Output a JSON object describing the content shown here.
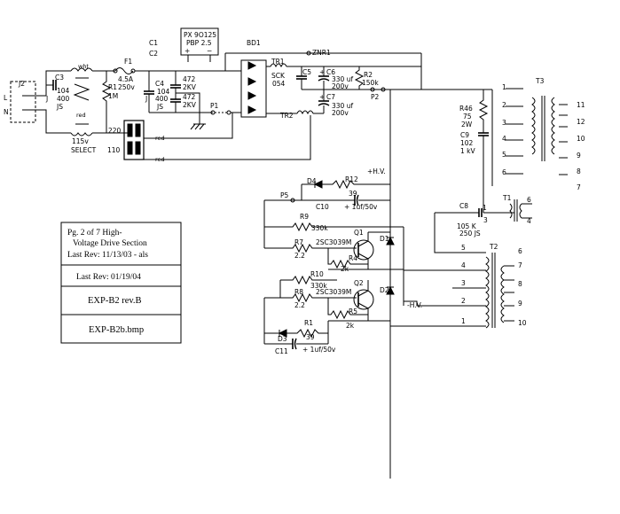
{
  "colors": {
    "line": "#000000",
    "background": "#ffffff"
  },
  "info_box": {
    "title_line1": "Pg. 2 of 7      High-",
    "title_line2": "Voltage Drive Section",
    "title_line3": "Last Rev: 11/13/03 - als",
    "last_rev": "Last Rev: 01/19/04",
    "model": "EXP-B2  rev.B",
    "file": "EXP-B2b.bmp"
  },
  "input": {
    "connector": "J2",
    "pin_l": "L",
    "pin_n": "N",
    "c3_name": "C3",
    "c3_value": "104",
    "c3_rating": "400",
    "c3_type": "JS",
    "c3_j": "J",
    "wht": "wht",
    "red": "red",
    "f1_name": "F1",
    "f1_value": "4.5A",
    "f1_rating": "250v",
    "r1_name": "R1",
    "r1_value": "1M"
  },
  "filter": {
    "c1": "C1",
    "c2": "C2",
    "c4_name": "C4",
    "c4_value": "104",
    "c4_rating": "400",
    "c4_type": "JS",
    "c4_j": "J",
    "c472a": "472",
    "c472a_v": "2KV",
    "c472b": "472",
    "c472b_v": "2KV"
  },
  "px_part": {
    "line1": "PX 9O125",
    "line2": "PBP 2.5",
    "plus": "+",
    "minus": "−"
  },
  "bridge": {
    "name": "BD1"
  },
  "p1": "P1",
  "p2": "P2",
  "select": {
    "v220": "220",
    "v110": "110",
    "label1": "115v",
    "label2": "SELECT",
    "red1": "red",
    "red2": "red"
  },
  "tr1": {
    "name": "TR1",
    "sck": "SCK",
    "num": "054"
  },
  "tr2": "TR2",
  "znr1": "ZNR1",
  "c5": "C5",
  "c6": {
    "name": "C6",
    "value": "330 uf",
    "v": "200v",
    "plus": "+"
  },
  "c7": {
    "name": "C7",
    "value": "330 uf",
    "v": "200v",
    "plus": "+"
  },
  "r2": {
    "name": "R2",
    "value": "150k"
  },
  "t3": {
    "name": "T3",
    "left_pins": [
      "1",
      "2",
      "3",
      "4",
      "5",
      "6"
    ],
    "right_pins": [
      "11",
      "12",
      "10",
      "9",
      "8",
      "7"
    ]
  },
  "r46": {
    "name": "R46",
    "value": "75",
    "watt": "2W"
  },
  "c9": {
    "name": "C9",
    "value": "102",
    "v": "1 kV"
  },
  "hv_plus": "+H.V.",
  "hv_minus": "-H.V.",
  "d4": "D4",
  "r12": {
    "name": "R12",
    "value": "39"
  },
  "p5": "P5",
  "c10": {
    "name": "C10",
    "value": "+ 1uf/50v"
  },
  "r9": {
    "name": "R9",
    "value": "330k"
  },
  "r7": {
    "name": "R7",
    "value": "2.2"
  },
  "q1": {
    "name": "Q1",
    "part": "2SC3039M"
  },
  "r4": {
    "name": "R4",
    "value": "2k"
  },
  "d1": "D1",
  "r10": {
    "name": "R10",
    "value": "330k"
  },
  "r8": {
    "name": "R8",
    "value": "2.2"
  },
  "q2": {
    "name": "Q2",
    "part": "2SC3039M"
  },
  "r5": {
    "name": "R5",
    "value": "2k"
  },
  "d2": "D2",
  "d3": "D3",
  "r1b": {
    "name": "R1",
    "value": "39"
  },
  "c11": {
    "name": "C11",
    "value": "+ 1uf/50v"
  },
  "c8": {
    "name": "C8",
    "value": "105 K",
    "v": "250 JS"
  },
  "t1": {
    "name": "T1",
    "pins": [
      "1",
      "3",
      "6",
      "4"
    ]
  },
  "t2": {
    "name": "T2",
    "left_pins": [
      "5",
      "4",
      "3",
      "2",
      "1"
    ],
    "right_pins": [
      "6",
      "7",
      "8",
      "9",
      "10"
    ]
  }
}
